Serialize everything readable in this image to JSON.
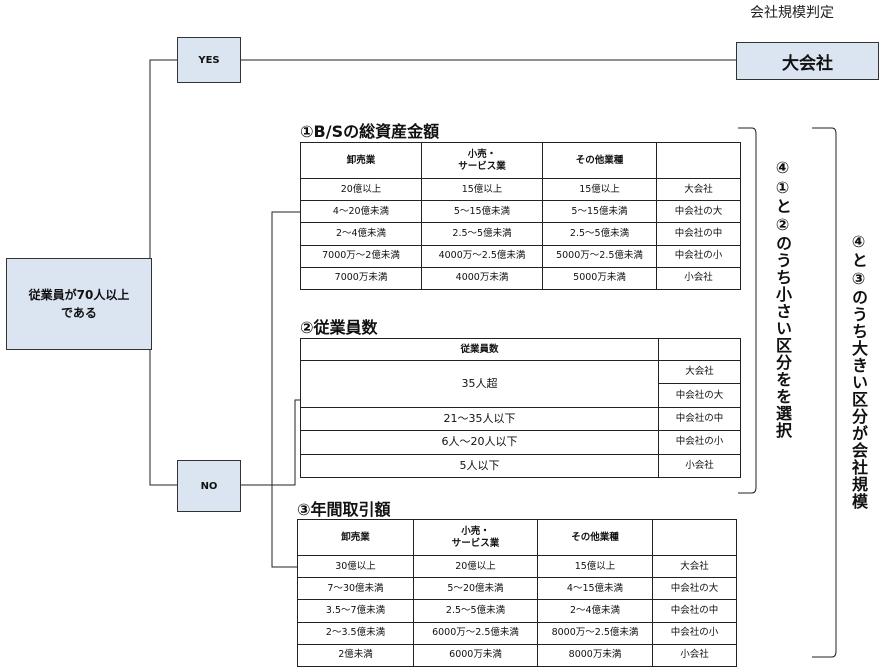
{
  "title": "会社規模判定",
  "question_box": "従業員が70人以上\nである",
  "yes_label": "YES",
  "no_label": "NO",
  "result_box": "大会社",
  "section1": {
    "heading": "①B/Sの総資産金額",
    "headers": [
      "卸売業",
      "小売・\nサービス業",
      "その他業種",
      ""
    ],
    "rows": [
      [
        "20億以上",
        "15億以上",
        "15億以上",
        "大会社"
      ],
      [
        "4～20億未満",
        "5～15億未満",
        "5～15億未満",
        "中会社の大"
      ],
      [
        "2～4億未満",
        "2.5～5億未満",
        "2.5～5億未満",
        "中会社の中"
      ],
      [
        "7000万～2億未満",
        "4000万～2.5億未満",
        "5000万～2.5億未満",
        "中会社の小"
      ],
      [
        "7000万未満",
        "4000万未満",
        "5000万未満",
        "小会社"
      ]
    ]
  },
  "section2": {
    "heading": "②従業員数",
    "header": "従業員数",
    "rows": [
      [
        "35人超",
        "大会社"
      ],
      [
        "",
        "中会社の大"
      ],
      [
        "21～35人以下",
        "中会社の中"
      ],
      [
        "6人～20人以下",
        "中会社の小"
      ],
      [
        "5人以下",
        "小会社"
      ]
    ]
  },
  "section3": {
    "heading": "③年間取引額",
    "headers": [
      "卸売業",
      "小売・\nサービス業",
      "その他業種",
      ""
    ],
    "rows": [
      [
        "30億以上",
        "20億以上",
        "15億以上",
        "大会社"
      ],
      [
        "7～30億未満",
        "5～20億未満",
        "4～15億未満",
        "中会社の大"
      ],
      [
        "3.5～7億未満",
        "2.5～5億未満",
        "2～4億未満",
        "中会社の中"
      ],
      [
        "2～3.5億未満",
        "6000万～2.5億未満",
        "8000万～2.5億未満",
        "中会社の小"
      ],
      [
        "2億未満",
        "6000万未満",
        "8000万未満",
        "小会社"
      ]
    ]
  },
  "bracket1_text": "④①と②のうち小さい区分をを選択",
  "bracket2_text": "④と③のうち大きい区分が会社規模"
}
